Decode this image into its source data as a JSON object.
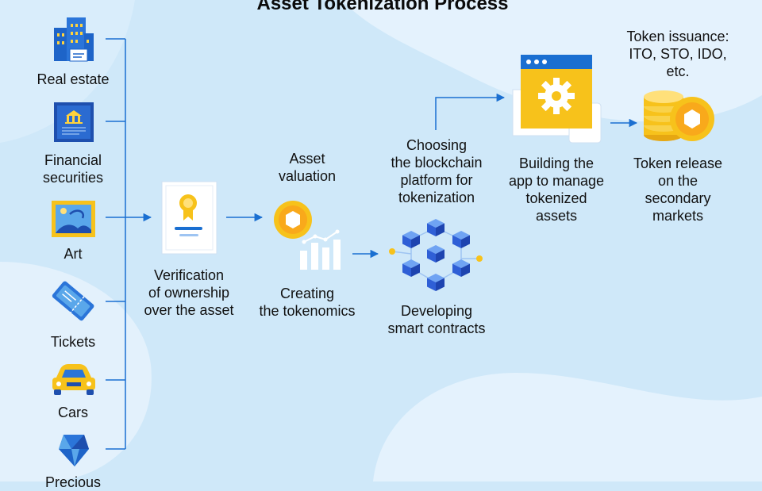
{
  "title": "Asset Tokenization Process",
  "assets": [
    {
      "label": "Real estate",
      "icon": "building-icon"
    },
    {
      "label": "Financial\nsecurities",
      "icon": "bank-document-icon"
    },
    {
      "label": "Art",
      "icon": "painting-icon"
    },
    {
      "label": "Tickets",
      "icon": "ticket-icon"
    },
    {
      "label": "Cars",
      "icon": "car-icon"
    },
    {
      "label": "Precious",
      "icon": "gem-icon"
    }
  ],
  "steps": {
    "verification": "Verification\nof ownership\nover the asset",
    "valuation": "Asset\nvaluation",
    "tokenomics": "Creating\nthe tokenomics",
    "contracts": "Developing\nsmart contracts",
    "blockchain": "Choosing\nthe blockchain\nplatform for\ntokenization",
    "app": "Building the\napp to manage\ntokenized\nassets",
    "issuance": "Token issuance:\nITO, STO, IDO,\netc.",
    "release": "Token release\non the\nsecondary\nmarkets"
  },
  "colors": {
    "background": "#cfe8f9",
    "blob": "#e4f2fd",
    "accent_blue": "#1a6fd1",
    "gold": "#f7c21b",
    "cube_blue": "#2f5fd6"
  }
}
